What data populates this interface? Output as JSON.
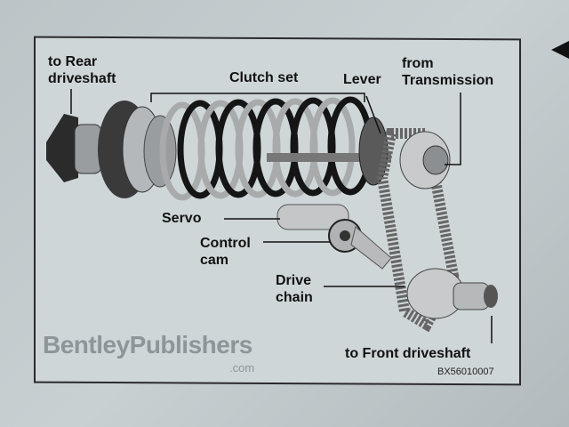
{
  "labels": {
    "rear_driveshaft": "to Rear\ndriveshaft",
    "rear_driveshaft_l1": "to Rear",
    "rear_driveshaft_l2": "driveshaft",
    "clutch_set": "Clutch set",
    "lever": "Lever",
    "from_transmission_l1": "from",
    "from_transmission_l2": "Transmission",
    "servo": "Servo",
    "control_cam_l1": "Control",
    "control_cam_l2": "cam",
    "drive_chain_l1": "Drive",
    "drive_chain_l2": "chain",
    "front_driveshaft": "to Front driveshaft"
  },
  "brand": {
    "name": "BentleyPublishers",
    "suffix": ".com"
  },
  "figure_code": "BX56010007"
}
